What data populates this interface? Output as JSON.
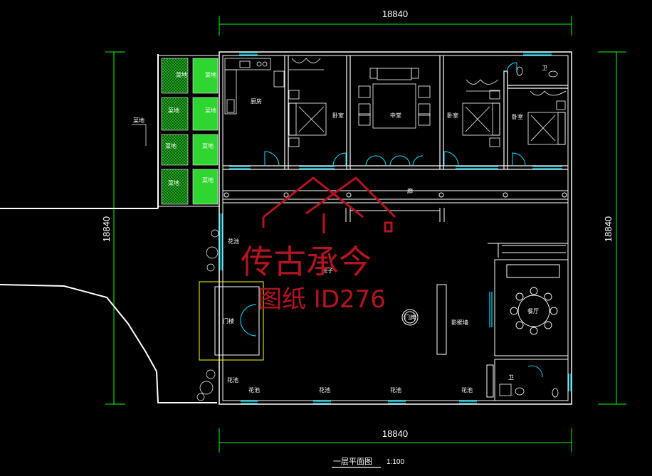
{
  "dimensions": {
    "top": "18840",
    "bottom": "18840",
    "left": "18840",
    "right": "18840"
  },
  "title": {
    "name": "一层平面图",
    "scale": "1:100"
  },
  "rooms": {
    "kitchen": "厨房",
    "bedroom_left": "卧室",
    "center_hall": "中堂",
    "bedroom_mid": "卧室",
    "bedroom_right": "卧室",
    "bath_top": "卫",
    "corridor": "廊",
    "courtyard": "院子",
    "gate_house": "门楼",
    "screen_wall": "影壁墙",
    "dining": "餐厅",
    "bath_bottom": "卫",
    "well": "门牌"
  },
  "garden": {
    "plots": [
      "菜地",
      "菜地",
      "菜地",
      "菜地",
      "菜地",
      "菜地",
      "菜地",
      "菜地"
    ],
    "side_label": "菜地"
  },
  "flower_beds": {
    "left_top": "花池",
    "left_bottom": "花池",
    "b1": "花池",
    "b2": "花池",
    "b3": "花池",
    "b4": "花池"
  },
  "watermark": {
    "brand": "传古承今",
    "id": "图纸 ID276",
    "color": "#b4141e"
  },
  "colors": {
    "walls": "#ffffff",
    "dimension": "#00ff00",
    "windows": "#00e5ff",
    "garden_fill": "#33dd33",
    "gate_outline": "#ffff00"
  }
}
